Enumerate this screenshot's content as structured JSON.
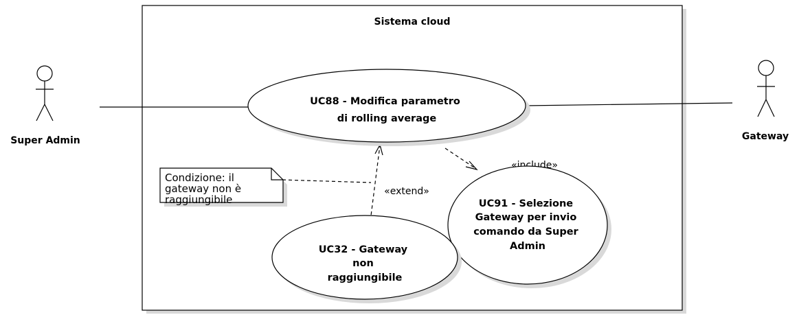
{
  "system": {
    "title": "Sistema cloud"
  },
  "actors": {
    "super_admin": {
      "name": "Super Admin"
    },
    "gateway": {
      "name": "Gateway"
    }
  },
  "use_cases": {
    "uc88": {
      "lines": [
        "UC88 - Modifica parametro",
        "di rolling average"
      ]
    },
    "uc91": {
      "lines": [
        "UC91 - Selezione",
        "Gateway per invio",
        "comando da Super",
        "Admin"
      ]
    },
    "uc32": {
      "lines": [
        "UC32 - Gateway",
        "non",
        "raggiungibile"
      ]
    }
  },
  "relationships": {
    "include_label": "«include»",
    "extend_label": "«extend»"
  },
  "note": {
    "lines": [
      "Condizione: il",
      "gateway non è",
      "raggiungibile"
    ]
  }
}
